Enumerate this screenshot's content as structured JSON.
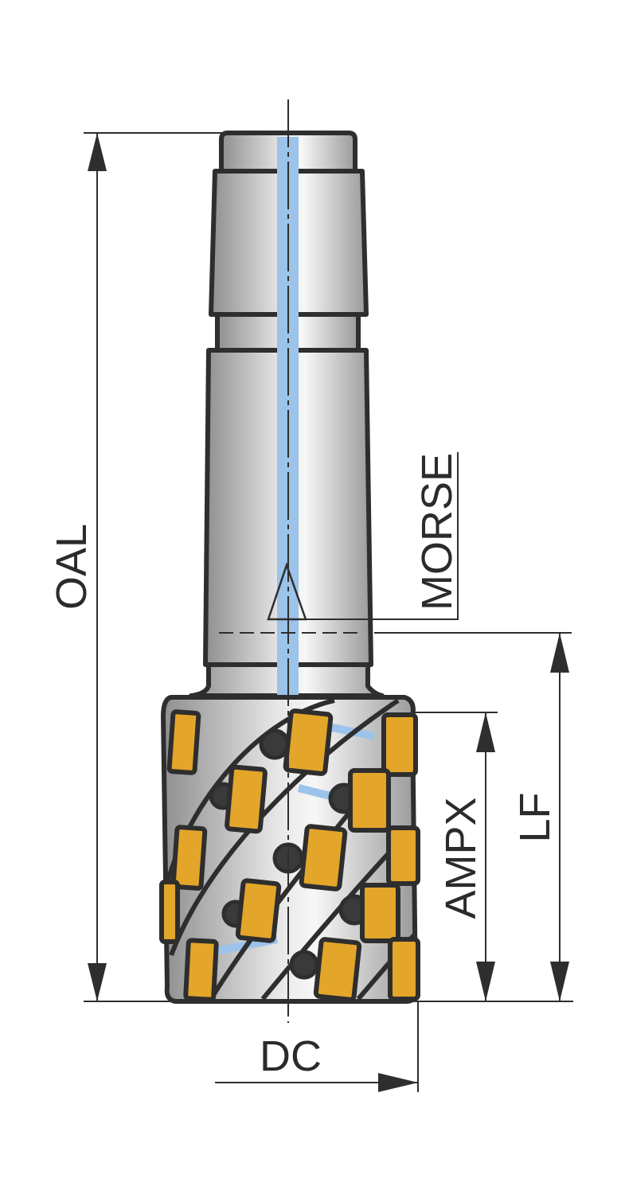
{
  "labels": {
    "oal": "OAL",
    "morse": "MORSE",
    "lf": "LF",
    "ampx": "AMPX",
    "dc": "DC"
  },
  "colors": {
    "outline": "#2e2e2e",
    "insert": "#e3a52a",
    "coolant": "#9cc3ea",
    "metal_dark": "#9a9a9a",
    "metal_light": "#f4f4f4"
  }
}
